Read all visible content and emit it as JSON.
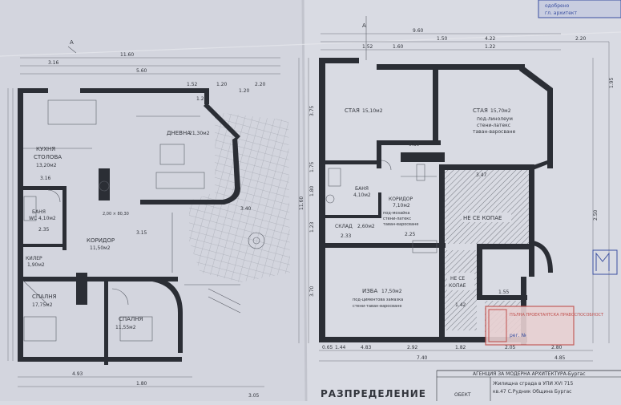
{
  "top_left_sheet": {
    "dims_top": [
      "11.60",
      "3.16",
      "5.60",
      "1.52",
      "1.20",
      "2.20",
      "1.20"
    ],
    "section_mark": "A",
    "rooms": {
      "kitchen_name": "КУХНЯ",
      "kitchen_name2": "СТОЛОВА",
      "kitchen_area": "13,20м2",
      "living_name": "ДНЕВНА",
      "living_area": "21,30м2",
      "bath_name": "БАНЯ",
      "bath_area": "WC 4,10м2",
      "corridor_name": "КОРИДОР",
      "corridor_area": "11,50м2",
      "closet_name": "КИЛЕР",
      "closet_area": "1,90м2",
      "bedroom1_name": "СПАЛНЯ",
      "bedroom1_area": "17,75м2",
      "bedroom2_name": "СПАЛНЯ",
      "bedroom2_area": "11,55м2",
      "window_mark": "2,00 × 80,30"
    },
    "dims_bottom": [
      "4.93",
      "1.80",
      "3.05"
    ],
    "dims_misc": [
      "3.16",
      "2.35",
      "3.15",
      "1.20",
      "3.40"
    ]
  },
  "right_sheet": {
    "dims_top": [
      "9.60",
      "4.22",
      "1.50",
      "1.22",
      "1.60",
      "1.52",
      "2.20"
    ],
    "section_mark": "A",
    "rooms": {
      "room1_name": "СТАЯ",
      "room1_area": "15,10м2",
      "room2_name": "СТАЯ",
      "room2_area": "15,70м2",
      "room2_note1": "под-линолеум",
      "room2_note2": "стени-латекс",
      "room2_note3": "таван-варосване",
      "bath_name": "БАНЯ",
      "bath_area": "4,10м2",
      "corridor_name": "КОРИДОР",
      "corridor_area": "7,10м2",
      "corridor_note1": "под-мозайка",
      "corridor_note2": "стени-латекс",
      "corridor_note3": "таван-варосване",
      "storage_name": "СКЛАД",
      "storage_area": "2,60м2",
      "hatch1": "НЕ СЕ КОПАЕ",
      "hatch2_line1": "НЕ СЕ",
      "hatch2_line2": "КОПАЕ",
      "cellar_name": "ИЗБА",
      "cellar_area": "17,50м2",
      "cellar_note1": "под-циментова замазка",
      "cellar_note2": "стени-таван-варосване"
    },
    "dims_side": [
      "11.60",
      "3.75",
      "1.75",
      "1.80",
      "1.23",
      "3.70",
      "2.50",
      "1.95"
    ],
    "dims_bottom": [
      "4.83",
      "2.92",
      "1.82",
      "2.05",
      "2.80",
      "7.40",
      "0.65",
      "1.44",
      "4.85"
    ],
    "dims_misc": [
      "3.47",
      "2.33",
      "1.42",
      "1.55",
      "0.80",
      "2.25"
    ]
  },
  "title_block": {
    "agency": "АГЕНЦИЯ ЗА МОДЕРНА АРХИТЕКТУРА-Бургас",
    "line1": "Жилищна сграда в УПИ XVI 715",
    "line2": "кв.47 С.Рудник Община Бургас",
    "label_object": "ОБЕКТ"
  },
  "drawing_title": "РАЗПРЕДЕЛЕНИЕ",
  "stamp": {
    "text1": "ПЪЛНА ПРОЕКТАНТСКА ПРАВОСПОСОБНОСТ",
    "text2": "рег. №"
  },
  "corner_stamp": {
    "line1": "одобрено",
    "line2": "гл. архитект"
  },
  "colors": {
    "paper": "#d9dbe3",
    "ink": "#2b2e35",
    "grid": "#8a8d97",
    "hatch": "#5b5f68",
    "stamp_red": "#c0504d",
    "stamp_blue": "#3a4fa0"
  }
}
